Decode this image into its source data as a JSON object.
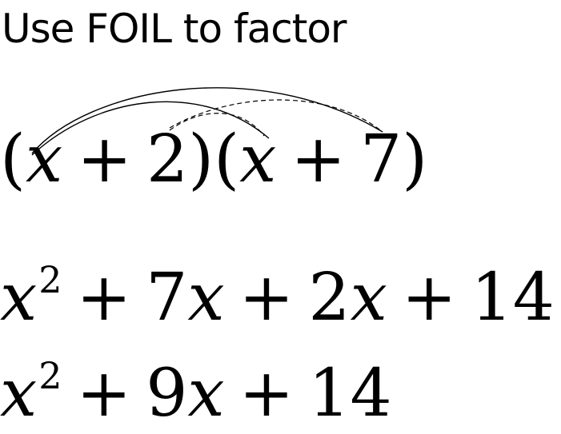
{
  "title": "Use FOIL to factor",
  "expression": {
    "lparen1": "(",
    "x1": "x",
    "plus1": "+",
    "two": "2",
    "rparen1": ")",
    "lparen2": "(",
    "x2": "x",
    "plus2": "+",
    "seven": "7",
    "rparen2": ")"
  },
  "expanded": {
    "x": "x",
    "exp": "2",
    "plus_a": "+",
    "term_b_coef": "7",
    "term_b_var": "x",
    "plus_b": "+",
    "term_c_coef": "2",
    "term_c_var": "x",
    "plus_c": "+",
    "constant": "14"
  },
  "simplified": {
    "x": "x",
    "exp": "2",
    "plus_a": "+",
    "term_b_coef": "9",
    "term_b_var": "x",
    "plus_b": "+",
    "constant": "14"
  },
  "colors": {
    "ink": "#000000",
    "background": "#ffffff"
  }
}
